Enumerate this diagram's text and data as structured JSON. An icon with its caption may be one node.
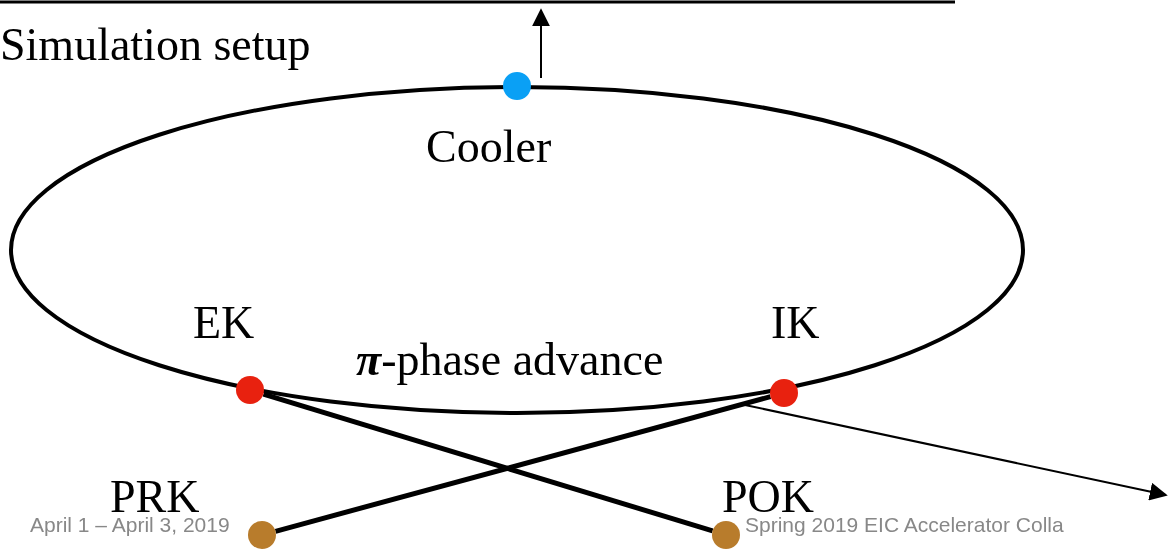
{
  "diagram": {
    "title": "Simulation setup",
    "nodes": [
      {
        "text": [
          "Cooler"
        ]
      },
      {
        "text": [
          "EK"
        ]
      },
      {
        "text": [
          "IK"
        ]
      },
      {
        "text": [
          "PRK"
        ]
      },
      {
        "text": [
          "POK"
        ]
      }
    ],
    "edges": [
      {
        "from": 0,
        "to": null,
        "arrow": "to"
      },
      {
        "from": 1,
        "to": 4,
        "arrow": "none",
        "style": "thick"
      },
      {
        "from": 2,
        "to": 3,
        "arrow": "none",
        "style": "thick"
      },
      {
        "from": 2,
        "to": null,
        "arrow": "to"
      }
    ],
    "labels": [
      "**π**-phase advance",
      "April 1 – April 3, 2019",
      "Spring 2019 EIC Accelerator Colla"
    ]
  }
}
